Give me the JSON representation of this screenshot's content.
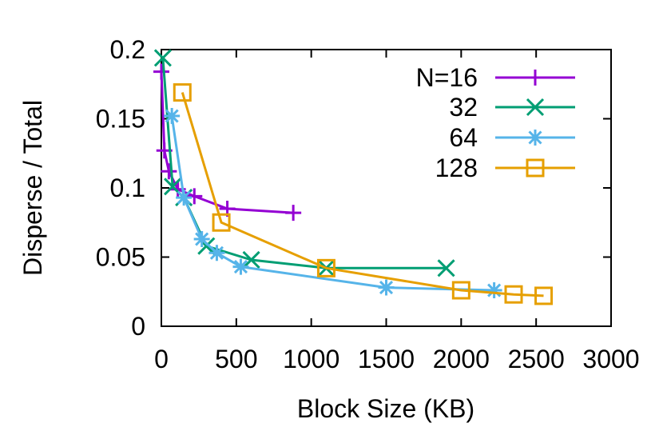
{
  "chart_data": {
    "type": "line",
    "xlabel": "Block Size (KB)",
    "ylabel": "Disperse / Total",
    "xlim": [
      0,
      3000
    ],
    "ylim": [
      0,
      0.2
    ],
    "xticks": [
      0,
      500,
      1000,
      1500,
      2000,
      2500,
      3000
    ],
    "yticks": [
      0,
      0.05,
      0.1,
      0.15,
      0.2
    ],
    "ytick_labels": [
      "0",
      "0.05",
      "0.1",
      "0.15",
      "0.2"
    ],
    "grid": false,
    "legend_position": "top-right",
    "series": [
      {
        "name": "N=16",
        "color": "#9400d3",
        "marker": "plus",
        "x": [
          0,
          20,
          50,
          110,
          220,
          440,
          880
        ],
        "y": [
          0.184,
          0.127,
          0.112,
          0.099,
          0.094,
          0.085,
          0.082
        ]
      },
      {
        "name": "32",
        "color": "#009e73",
        "marker": "cross",
        "x": [
          10,
          75,
          150,
          300,
          600,
          1100,
          1900
        ],
        "y": [
          0.194,
          0.101,
          0.093,
          0.058,
          0.048,
          0.042,
          0.042
        ]
      },
      {
        "name": "64",
        "color": "#56b4e9",
        "marker": "star",
        "x": [
          70,
          150,
          270,
          370,
          530,
          1500,
          2220
        ],
        "y": [
          0.152,
          0.093,
          0.063,
          0.053,
          0.043,
          0.028,
          0.026
        ]
      },
      {
        "name": "128",
        "color": "#e69f00",
        "marker": "square",
        "x": [
          140,
          400,
          1100,
          2000,
          2350,
          2550
        ],
        "y": [
          0.169,
          0.075,
          0.042,
          0.026,
          0.023,
          0.022
        ]
      }
    ]
  }
}
